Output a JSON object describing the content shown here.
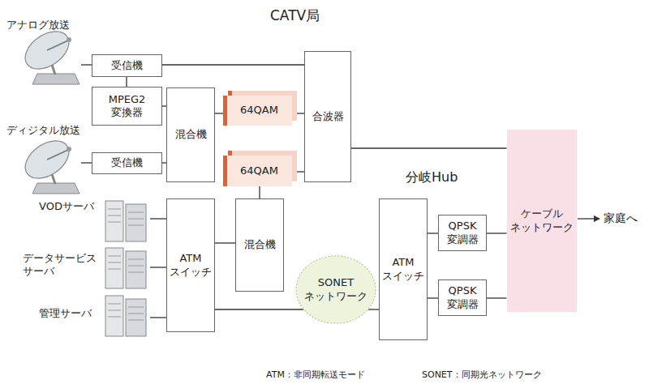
{
  "diagram": {
    "nodes": [
      {
        "text": [
          "CATV局"
        ]
      },
      {
        "text": [
          "アナログ放送"
        ],
        "in": 0
      },
      {
        "text": [
          "受信機"
        ],
        "in": 0
      },
      {
        "text": [
          "MPEG2 変換器"
        ],
        "in": 0
      },
      {
        "text": [
          "混合機"
        ],
        "in": 0
      },
      {
        "text": [
          "64QAM"
        ],
        "in": 0
      },
      {
        "text": [
          "合波器"
        ],
        "in": 0
      },
      {
        "text": [
          "ディジタル放送"
        ],
        "in": 0
      },
      {
        "text": [
          "受信機"
        ],
        "in": 0
      },
      {
        "text": [
          "64QAM"
        ],
        "in": 0
      },
      {
        "text": [
          "VODサーバ"
        ],
        "in": 0
      },
      {
        "text": [
          "ATM スイッチ"
        ],
        "in": 0
      },
      {
        "text": [
          "混合機"
        ],
        "in": 0
      },
      {
        "text": [
          "データサービス サーバ"
        ],
        "in": 0
      },
      {
        "text": [
          "管理サーバ"
        ],
        "in": 0
      },
      {
        "text": [
          "SONET ネットワーク"
        ]
      },
      {
        "text": [
          "分岐Hub"
        ]
      },
      {
        "text": [
          "ATM スイッチ"
        ],
        "in": 16
      },
      {
        "text": [
          "QPSK 変調器"
        ],
        "in": 16
      },
      {
        "text": [
          "QPSK 変調器"
        ],
        "in": 16
      },
      {
        "text": [
          "ケーブル ネットワーク"
        ]
      }
    ],
    "edges": [
      {
        "from": 1,
        "to": 2,
        "arrow": "none"
      },
      {
        "from": 2,
        "to": 6,
        "arrow": "none"
      },
      {
        "from": 2,
        "to": 3,
        "arrow": "none"
      },
      {
        "from": 3,
        "to": 4,
        "arrow": "none"
      },
      {
        "from": 7,
        "to": 8,
        "arrow": "none"
      },
      {
        "from": 8,
        "to": 4,
        "arrow": "none"
      },
      {
        "from": 4,
        "to": 5,
        "arrow": "none"
      },
      {
        "from": 5,
        "to": 6,
        "arrow": "none"
      },
      {
        "from": 12,
        "to": 9,
        "arrow": "none"
      },
      {
        "from": 9,
        "to": 6,
        "arrow": "none"
      },
      {
        "from": 6,
        "to": 20,
        "arrow": "none"
      },
      {
        "from": 10,
        "to": 11,
        "arrow": "none"
      },
      {
        "from": 13,
        "to": 11,
        "arrow": "none"
      },
      {
        "from": 14,
        "to": 11,
        "arrow": "none"
      },
      {
        "from": 11,
        "to": 12,
        "arrow": "none"
      },
      {
        "from": 11,
        "to": 15,
        "arrow": "none"
      },
      {
        "from": 15,
        "to": 17,
        "arrow": "none"
      },
      {
        "from": 17,
        "to": 18,
        "arrow": "none"
      },
      {
        "from": 17,
        "to": 19,
        "arrow": "none"
      },
      {
        "from": 18,
        "to": 20,
        "arrow": "none"
      },
      {
        "from": 19,
        "to": 20,
        "arrow": "none"
      }
    ],
    "labels": [
      "家庭へ",
      "ATM：非同期転送モード",
      "SONET：同期光ネットワーク"
    ]
  }
}
